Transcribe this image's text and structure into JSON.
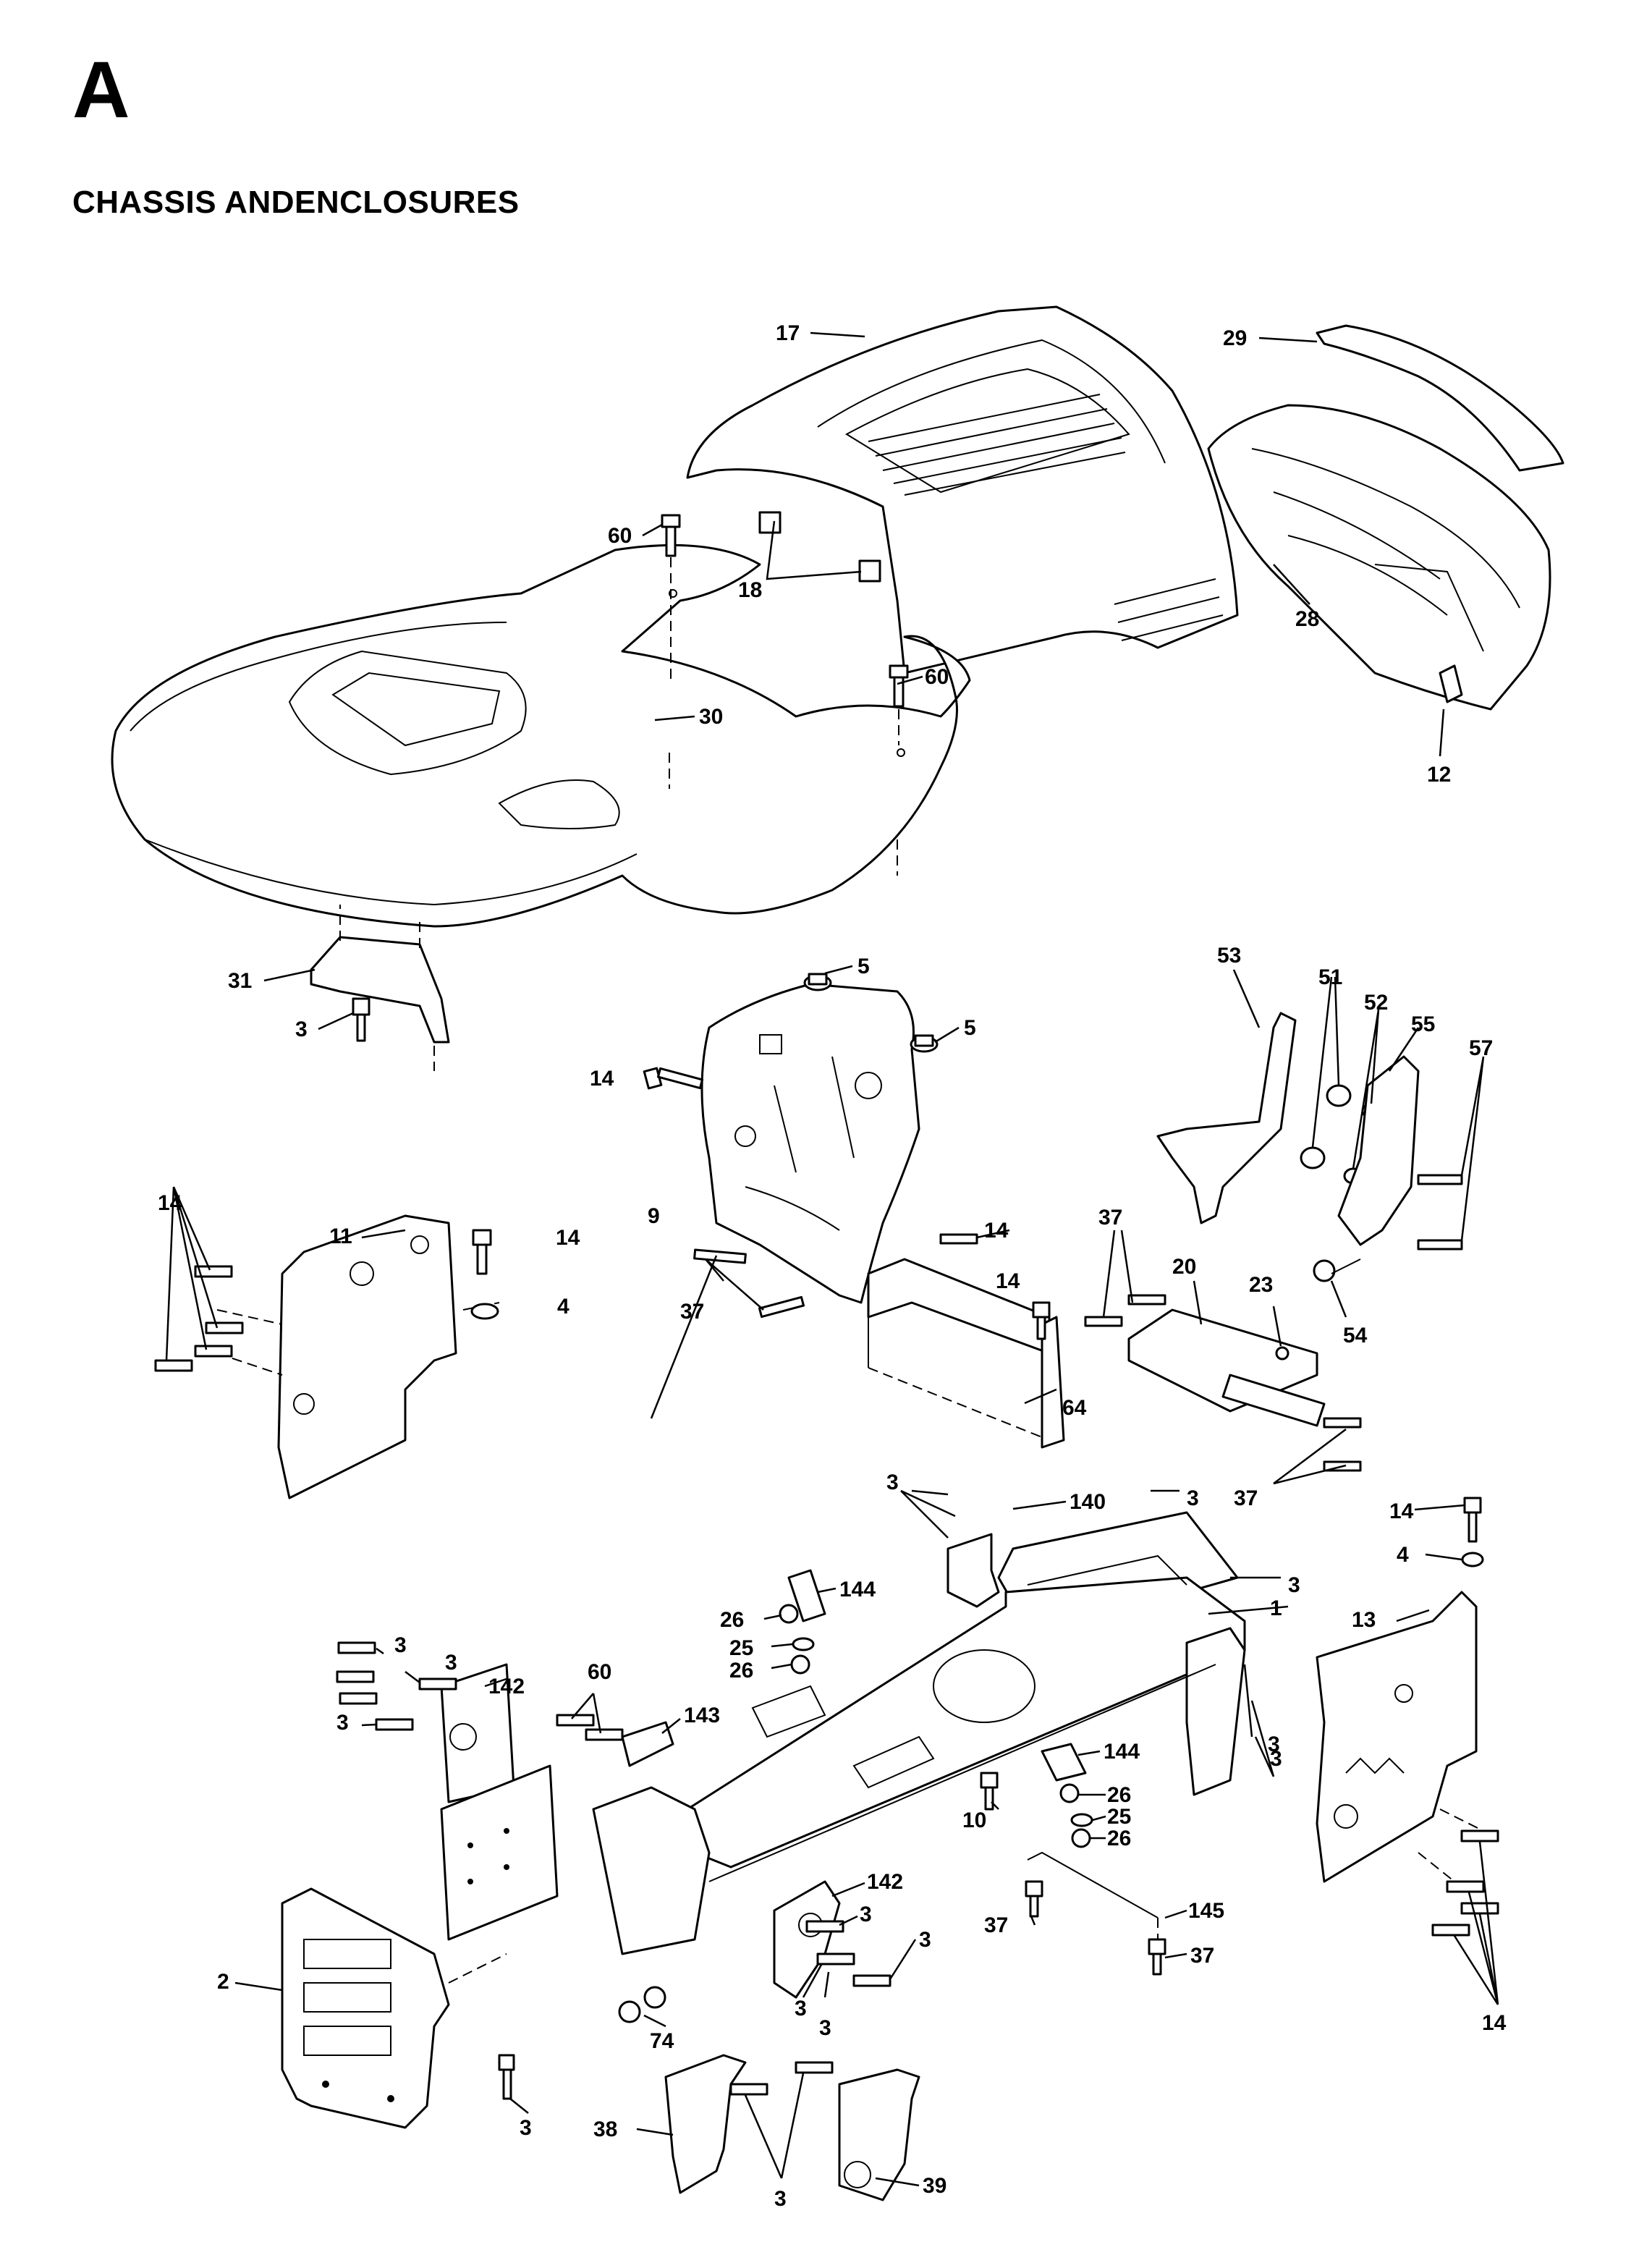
{
  "page": {
    "section_letter": "A",
    "title": "CHASSIS ANDENCLOSURES"
  },
  "callouts": [
    "17",
    "29",
    "60",
    "18",
    "60",
    "30",
    "28",
    "12",
    "31",
    "3",
    "5",
    "5",
    "53",
    "51",
    "52",
    "55",
    "57",
    "14",
    "9",
    "14",
    "14",
    "11",
    "14",
    "4",
    "37",
    "14",
    "37",
    "20",
    "23",
    "54",
    "64",
    "37",
    "3",
    "140",
    "3",
    "14",
    "4",
    "3",
    "1",
    "144",
    "26",
    "25",
    "26",
    "13",
    "3",
    "3",
    "60",
    "142",
    "3",
    "143",
    "3",
    "3",
    "144",
    "10",
    "26",
    "25",
    "26",
    "142",
    "3",
    "3",
    "37",
    "145",
    "37",
    "2",
    "74",
    "3",
    "3",
    "3",
    "14",
    "38",
    "3",
    "39"
  ]
}
